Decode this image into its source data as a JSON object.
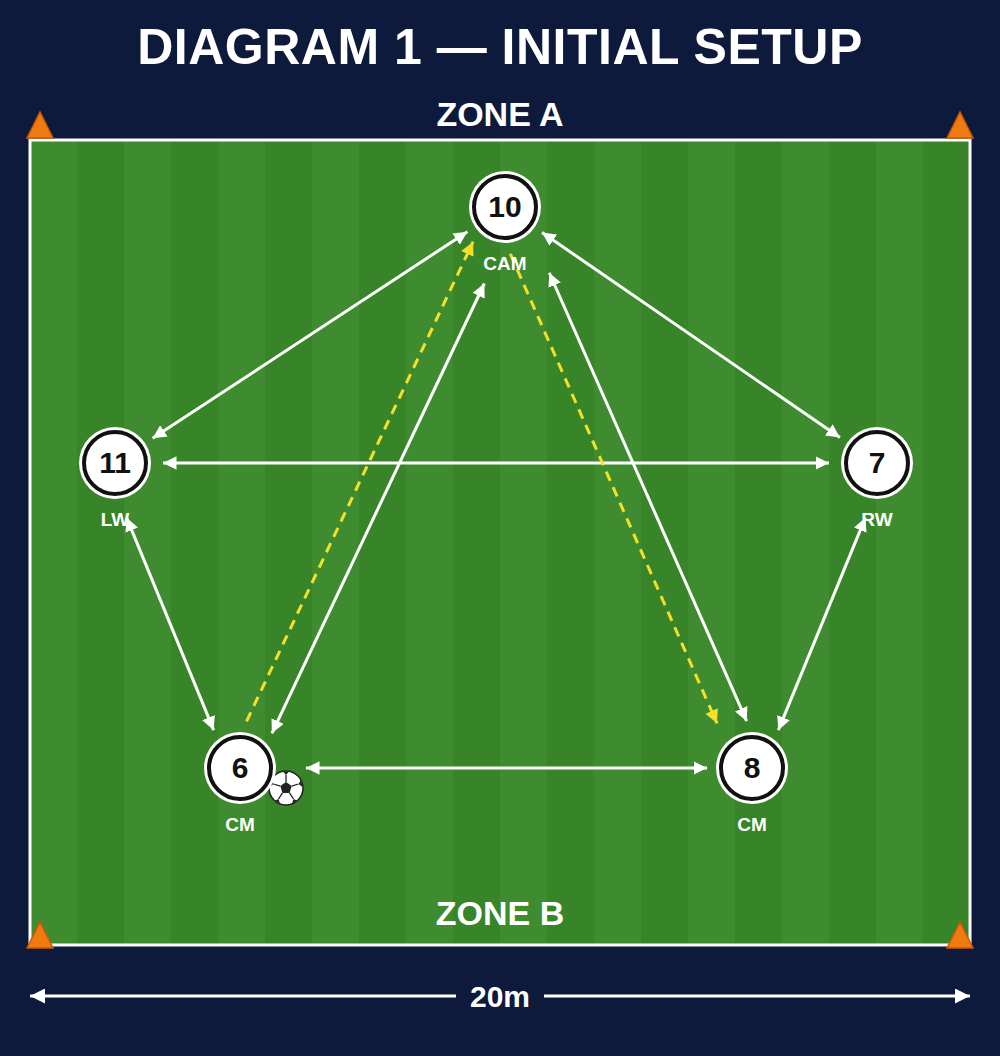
{
  "diagram": {
    "title": "DIAGRAM 1 — INITIAL SETUP",
    "nodes": [
      {
        "text": [
          "10",
          "CAM"
        ]
      },
      {
        "text": [
          "11",
          "LW"
        ]
      },
      {
        "text": [
          "7",
          "RW"
        ]
      },
      {
        "text": [
          "6",
          "CM"
        ]
      },
      {
        "text": [
          "8",
          "CM"
        ]
      }
    ],
    "edges": [
      {
        "from": 0,
        "to": 1,
        "arrow": "both"
      },
      {
        "from": 0,
        "to": 2,
        "arrow": "both"
      },
      {
        "from": 1,
        "to": 2,
        "arrow": "both"
      },
      {
        "from": 1,
        "to": 3,
        "arrow": "both"
      },
      {
        "from": 2,
        "to": 4,
        "arrow": "both"
      },
      {
        "from": 3,
        "to": 4,
        "arrow": "both"
      },
      {
        "from": 3,
        "to": 0,
        "arrow": "both"
      },
      {
        "from": 0,
        "to": 4,
        "arrow": "both"
      },
      {
        "from": 3,
        "to": 0,
        "arrow": "to"
      },
      {
        "from": 0,
        "to": 4,
        "arrow": "to"
      }
    ],
    "labels": [
      "ZONE A",
      "ZONE B",
      "20m"
    ]
  }
}
